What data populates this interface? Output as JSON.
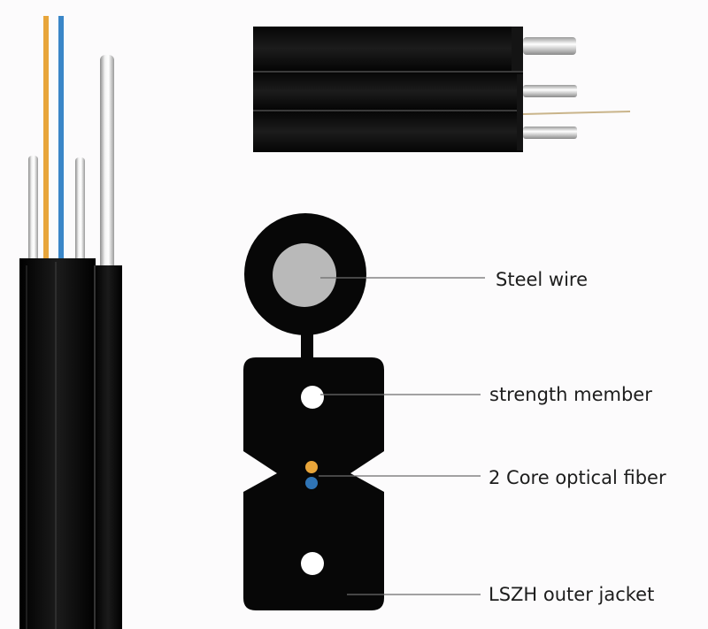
{
  "labels": {
    "steel_wire": "Steel wire",
    "strength_member": "strength member",
    "optical_fiber": "2 Core optical fiber",
    "outer_jacket": "LSZH outer jacket"
  },
  "colors": {
    "background": "#fcfbfc",
    "jacket": "#0a0a0a",
    "steel_wire": "#b9b9b9",
    "fiber_orange": "#e8a53a",
    "fiber_blue": "#3a86c8",
    "leader_line": "#6b6b6b"
  },
  "icons": [
    "cable-side-view-illustration",
    "cable-top-view-illustration",
    "cable-cross-section-diagram"
  ]
}
